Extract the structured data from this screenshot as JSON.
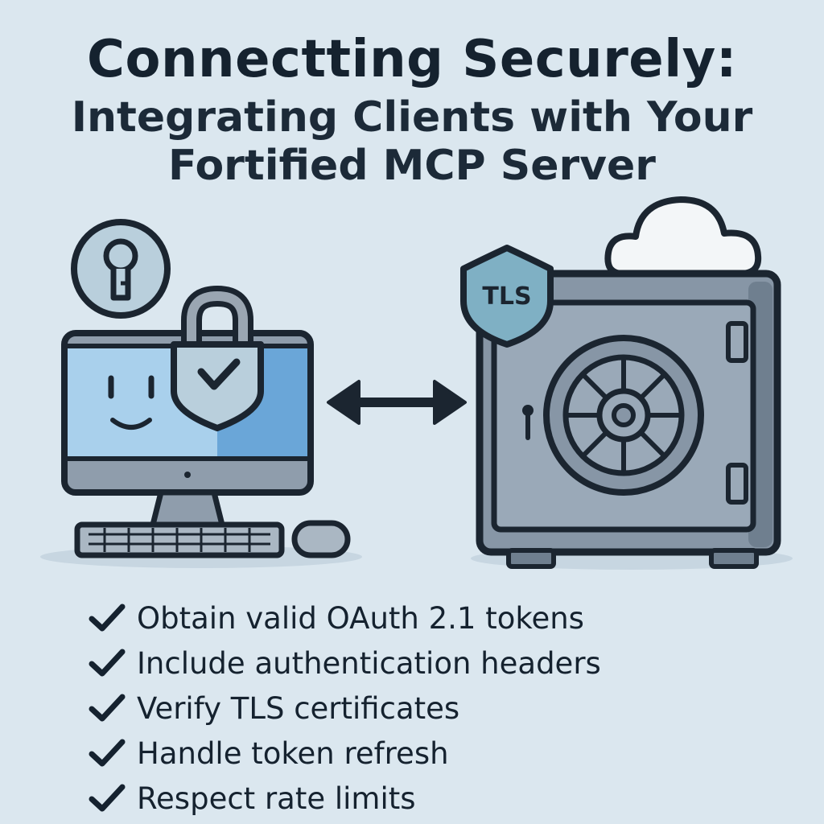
{
  "title": {
    "line1": "Connectting Securely:",
    "line2": "Integrating Clients with Your",
    "line3": "Fortified MCP Server"
  },
  "illustration": {
    "shield_badge": "TLS",
    "colors": {
      "background": "#dbe7ef",
      "outline": "#1b2530",
      "screen_blue": "#a9d0ec",
      "screen_blue_dark": "#6aa6d8",
      "safe_gray": "#8796a6",
      "safe_gray_light": "#9aa9b8",
      "shield_teal": "#7fb0c4",
      "cloud": "#f3f6f8"
    },
    "icons": [
      "keyhole-icon",
      "padlock-icon",
      "shield-check-icon",
      "double-arrow-icon",
      "cloud-icon",
      "tls-shield-icon",
      "vault-safe-icon",
      "computer-icon"
    ]
  },
  "checklist": [
    "Obtain valid OAuth 2.1 tokens",
    "Include authentication headers",
    "Verify TLS certificates",
    "Handle token refresh",
    "Respect rate limits"
  ]
}
